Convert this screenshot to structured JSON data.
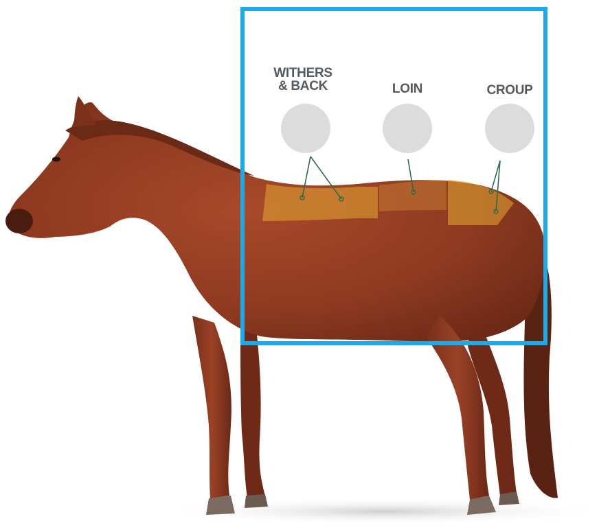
{
  "regions": [
    {
      "id": "withers",
      "label": "WITHERS\n& BACK"
    },
    {
      "id": "loin",
      "label": "LOIN"
    },
    {
      "id": "croup",
      "label": "CROUP"
    }
  ],
  "colors": {
    "highlight_box": "#1aabe8",
    "region_overlay": "#e0a030",
    "leader_line": "#2e6b4a",
    "marker_circle": "#dcdcdc",
    "label_text": "#555a5e",
    "horse_coat": "#8e3a20"
  }
}
